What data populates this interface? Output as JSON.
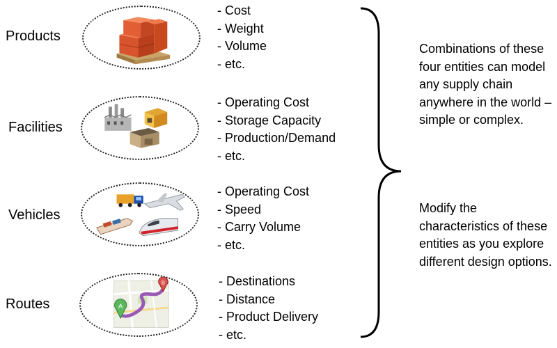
{
  "rows": [
    {
      "label": "Products",
      "icon": "pallet-boxes-icon",
      "attributes": [
        "- Cost",
        "- Weight",
        "- Volume",
        "- etc."
      ]
    },
    {
      "label": "Facilities",
      "icon": "factory-buildings-icon",
      "attributes": [
        "- Operating Cost",
        "- Storage Capacity",
        "- Production/Demand",
        "- etc."
      ]
    },
    {
      "label": "Vehicles",
      "icon": "transport-vehicles-icon",
      "attributes": [
        "- Operating Cost",
        "- Speed",
        "- Carry Volume",
        "- etc."
      ]
    },
    {
      "label": "Routes",
      "icon": "map-route-icon",
      "attributes": [
        "- Destinations",
        "- Distance",
        "- Product Delivery",
        "- etc."
      ]
    }
  ],
  "notes": {
    "combinations": "Combinations of these four entities can model any supply chain anywhere in the world – simple or complex.",
    "modify": "Modify the characteristics of these entities as you explore different design options."
  },
  "map_markers": {
    "start": "A",
    "end": "B"
  }
}
